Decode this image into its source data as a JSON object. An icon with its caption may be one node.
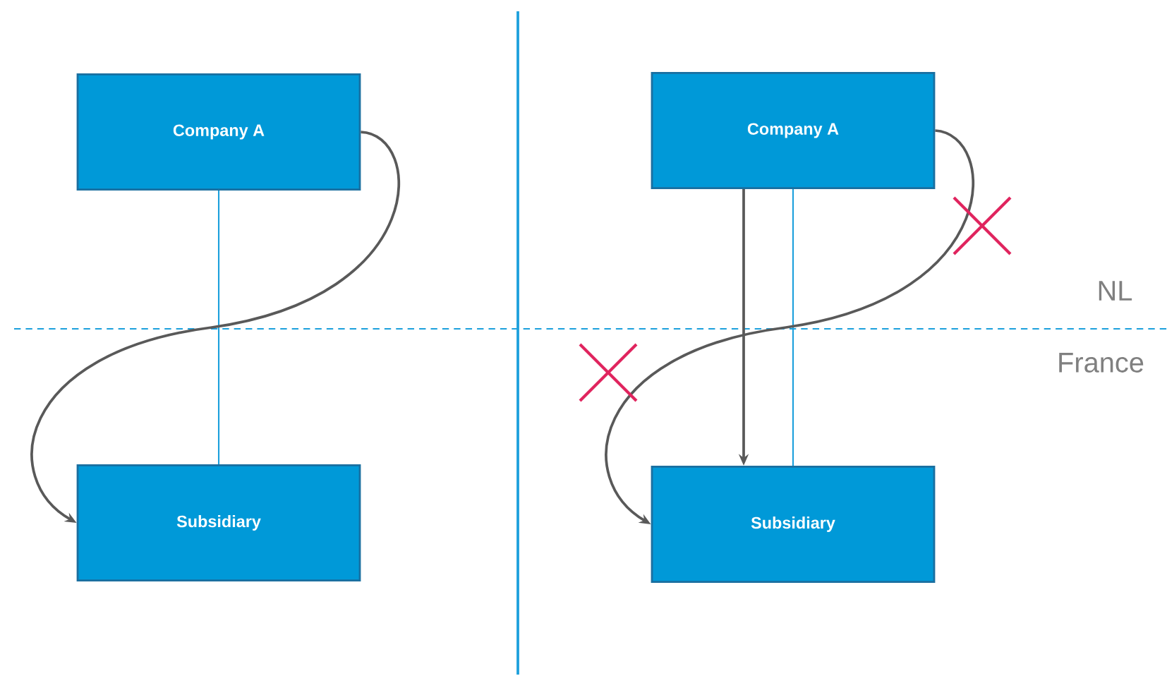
{
  "diagram": {
    "nodes": [
      {
        "text": [
          "Company A"
        ]
      },
      {
        "text": [
          "Subsidiary"
        ]
      },
      {
        "text": [
          "Company A"
        ]
      },
      {
        "text": [
          "Subsidiary"
        ]
      }
    ],
    "edges": [
      {
        "from": 0,
        "to": 1,
        "arrow": "none",
        "color": "#1ca0dc"
      },
      {
        "from": 0,
        "to": 1,
        "arrow": "to"
      },
      {
        "from": 2,
        "to": 3,
        "arrow": "to"
      },
      {
        "from": 2,
        "to": 3,
        "arrow": "none",
        "color": "#1ca0dc"
      },
      {
        "from": 2,
        "to": 3,
        "arrow": "to"
      }
    ],
    "labels": [
      "NL",
      "France"
    ]
  }
}
